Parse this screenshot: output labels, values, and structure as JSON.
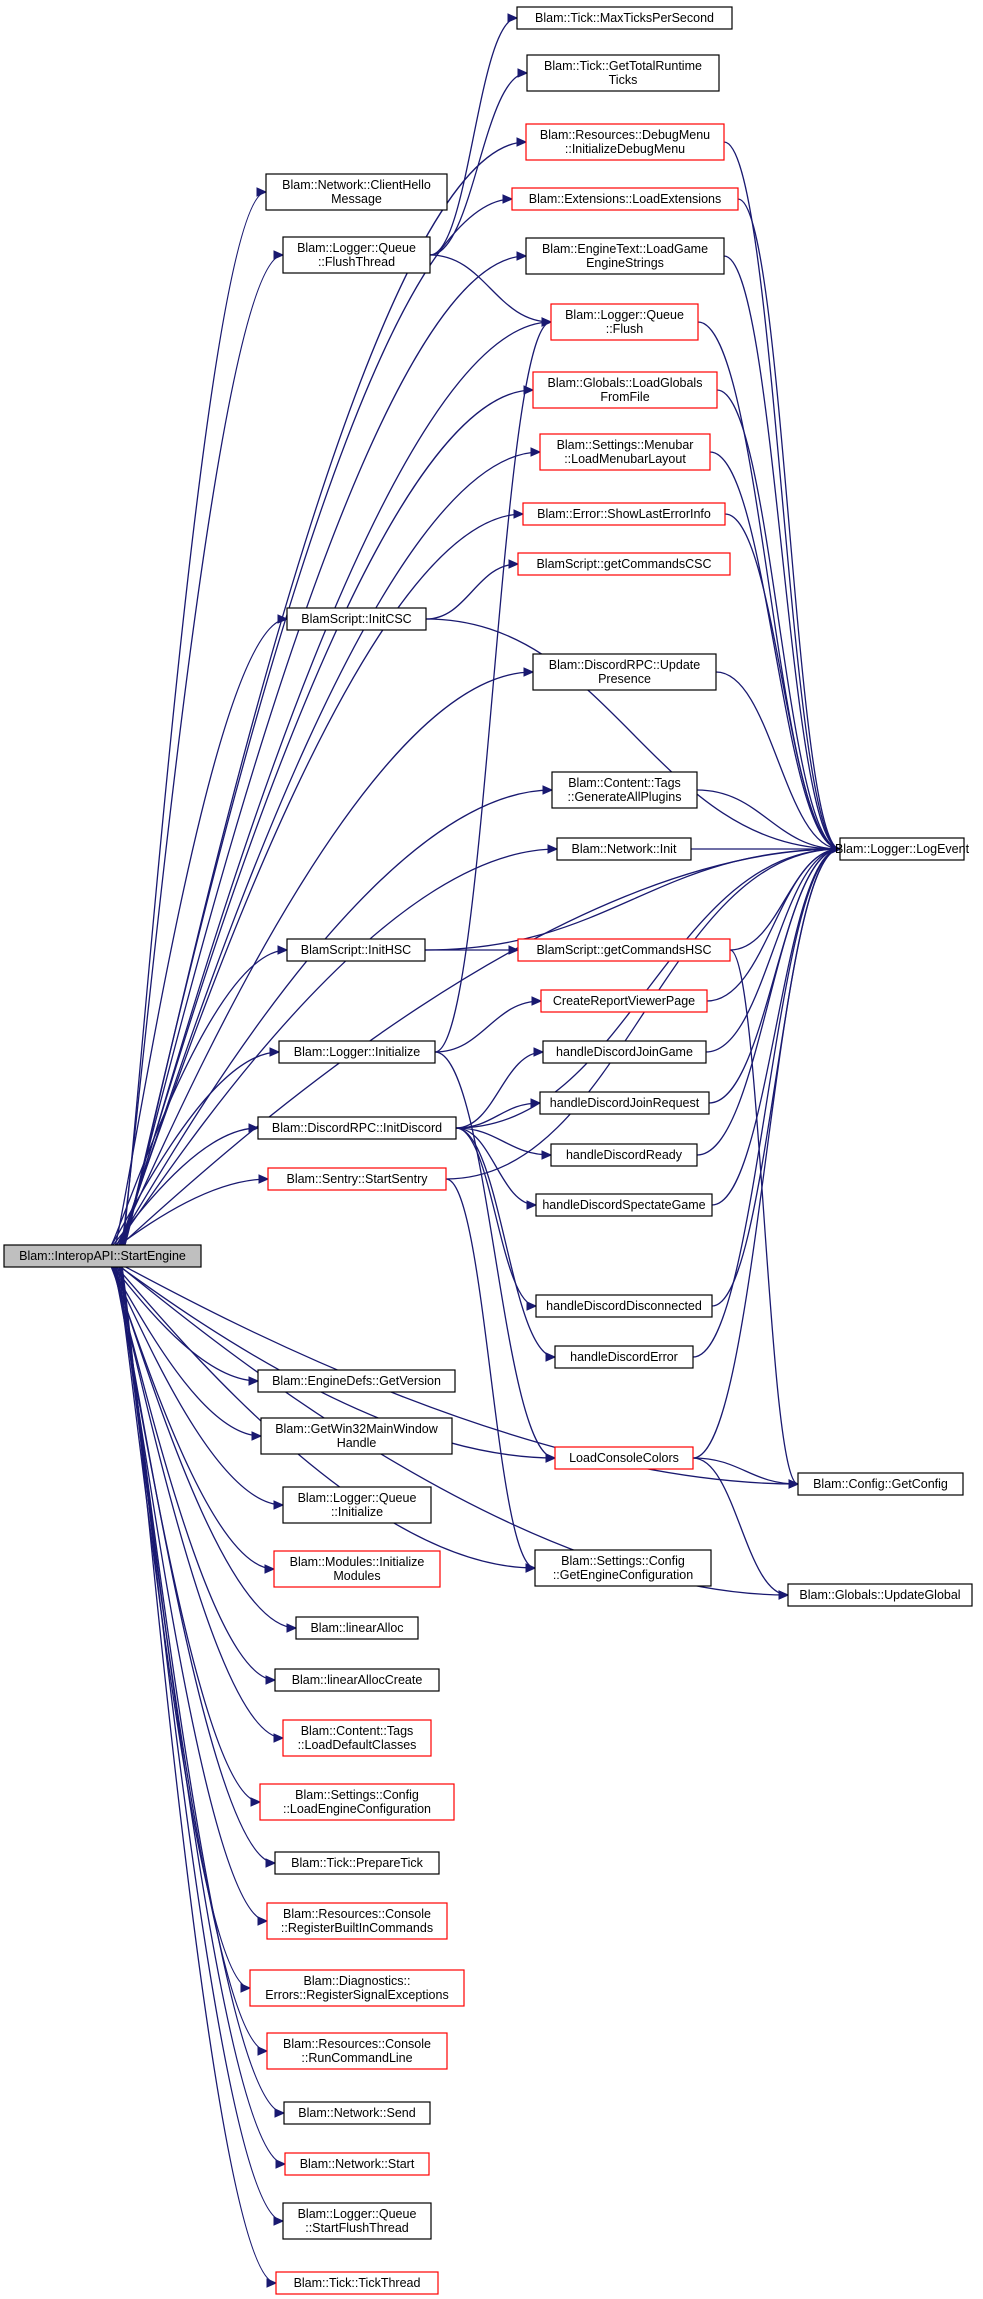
{
  "colors": {
    "edge": "#191970",
    "border_normal": "#000000",
    "border_highlight": "#ff0000",
    "root_fill": "#bfbfbf"
  },
  "nodes": {
    "start": {
      "lines": [
        "Blam::InteropAPI::StartEngine"
      ],
      "style": "root"
    },
    "mtps": {
      "lines": [
        "Blam::Tick::MaxTicksPerSecond"
      ],
      "style": "black"
    },
    "gtrt": {
      "lines": [
        "Blam::Tick::GetTotalRuntime",
        "Ticks"
      ],
      "style": "black"
    },
    "chm": {
      "lines": [
        "Blam::Network::ClientHello",
        "Message"
      ],
      "style": "black"
    },
    "dbgmenu": {
      "lines": [
        "Blam::Resources::DebugMenu",
        "::InitializeDebugMenu"
      ],
      "style": "red"
    },
    "fthread": {
      "lines": [
        "Blam::Logger::Queue",
        "::FlushThread"
      ],
      "style": "black"
    },
    "loadext": {
      "lines": [
        "Blam::Extensions::LoadExtensions"
      ],
      "style": "red"
    },
    "lges": {
      "lines": [
        "Blam::EngineText::LoadGame",
        "EngineStrings"
      ],
      "style": "black"
    },
    "flush": {
      "lines": [
        "Blam::Logger::Queue",
        "::Flush"
      ],
      "style": "red"
    },
    "lglob": {
      "lines": [
        "Blam::Globals::LoadGlobals",
        "FromFile"
      ],
      "style": "red"
    },
    "menubar": {
      "lines": [
        "Blam::Settings::Menubar",
        "::LoadMenubarLayout"
      ],
      "style": "red"
    },
    "slei": {
      "lines": [
        "Blam::Error::ShowLastErrorInfo"
      ],
      "style": "red"
    },
    "gccsc": {
      "lines": [
        "BlamScript::getCommandsCSC"
      ],
      "style": "red"
    },
    "icsc": {
      "lines": [
        "BlamScript::InitCSC"
      ],
      "style": "black"
    },
    "dupd": {
      "lines": [
        "Blam::DiscordRPC::Update",
        "Presence"
      ],
      "style": "black"
    },
    "gap": {
      "lines": [
        "Blam::Content::Tags",
        "::GenerateAllPlugins"
      ],
      "style": "black"
    },
    "ninit": {
      "lines": [
        "Blam::Network::Init"
      ],
      "style": "black"
    },
    "logev": {
      "lines": [
        "Blam::Logger::LogEvent"
      ],
      "style": "black"
    },
    "ihsc": {
      "lines": [
        "BlamScript::InitHSC"
      ],
      "style": "black"
    },
    "gchsc": {
      "lines": [
        "BlamScript::getCommandsHSC"
      ],
      "style": "red"
    },
    "crvp": {
      "lines": [
        "CreateReportViewerPage"
      ],
      "style": "red"
    },
    "linit": {
      "lines": [
        "Blam::Logger::Initialize"
      ],
      "style": "black"
    },
    "hdjg": {
      "lines": [
        "handleDiscordJoinGame"
      ],
      "style": "black"
    },
    "hdjr": {
      "lines": [
        "handleDiscordJoinRequest"
      ],
      "style": "black"
    },
    "dinit": {
      "lines": [
        "Blam::DiscordRPC::InitDiscord"
      ],
      "style": "black"
    },
    "hdr": {
      "lines": [
        "handleDiscordReady"
      ],
      "style": "black"
    },
    "sentry": {
      "lines": [
        "Blam::Sentry::StartSentry"
      ],
      "style": "red"
    },
    "hdsg": {
      "lines": [
        "handleDiscordSpectateGame"
      ],
      "style": "black"
    },
    "hdd": {
      "lines": [
        "handleDiscordDisconnected"
      ],
      "style": "black"
    },
    "hde": {
      "lines": [
        "handleDiscordError"
      ],
      "style": "black"
    },
    "gver": {
      "lines": [
        "Blam::EngineDefs::GetVersion"
      ],
      "style": "black"
    },
    "w32": {
      "lines": [
        "Blam::GetWin32MainWindow",
        "Handle"
      ],
      "style": "black"
    },
    "lcc": {
      "lines": [
        "LoadConsoleColors"
      ],
      "style": "red"
    },
    "gcfg": {
      "lines": [
        "Blam::Config::GetConfig"
      ],
      "style": "black"
    },
    "qinit": {
      "lines": [
        "Blam::Logger::Queue",
        "::Initialize"
      ],
      "style": "black"
    },
    "minit": {
      "lines": [
        "Blam::Modules::Initialize",
        "Modules"
      ],
      "style": "red"
    },
    "gecfg": {
      "lines": [
        "Blam::Settings::Config",
        "::GetEngineConfiguration"
      ],
      "style": "black"
    },
    "ugl": {
      "lines": [
        "Blam::Globals::UpdateGlobal"
      ],
      "style": "black"
    },
    "la": {
      "lines": [
        "Blam::linearAlloc"
      ],
      "style": "black"
    },
    "lac": {
      "lines": [
        "Blam::linearAllocCreate"
      ],
      "style": "black"
    },
    "ldc": {
      "lines": [
        "Blam::Content::Tags",
        "::LoadDefaultClasses"
      ],
      "style": "red"
    },
    "lec": {
      "lines": [
        "Blam::Settings::Config",
        "::LoadEngineConfiguration"
      ],
      "style": "red"
    },
    "ptick": {
      "lines": [
        "Blam::Tick::PrepareTick"
      ],
      "style": "black"
    },
    "rbc": {
      "lines": [
        "Blam::Resources::Console",
        "::RegisterBuiltInCommands"
      ],
      "style": "red"
    },
    "rse": {
      "lines": [
        "Blam::Diagnostics::",
        "Errors::RegisterSignalExceptions"
      ],
      "style": "red"
    },
    "rcl": {
      "lines": [
        "Blam::Resources::Console",
        "::RunCommandLine"
      ],
      "style": "red"
    },
    "nsend": {
      "lines": [
        "Blam::Network::Send"
      ],
      "style": "black"
    },
    "nstart": {
      "lines": [
        "Blam::Network::Start"
      ],
      "style": "red"
    },
    "sft": {
      "lines": [
        "Blam::Logger::Queue",
        "::StartFlushThread"
      ],
      "style": "black"
    },
    "tt": {
      "lines": [
        "Blam::Tick::TickThread"
      ],
      "style": "red"
    }
  },
  "edges": [
    [
      "start",
      "chm"
    ],
    [
      "start",
      "fthread"
    ],
    [
      "start",
      "dbgmenu"
    ],
    [
      "start",
      "loadext"
    ],
    [
      "start",
      "lges"
    ],
    [
      "start",
      "flush"
    ],
    [
      "start",
      "lglob"
    ],
    [
      "start",
      "menubar"
    ],
    [
      "start",
      "slei"
    ],
    [
      "start",
      "icsc"
    ],
    [
      "start",
      "dupd"
    ],
    [
      "start",
      "gap"
    ],
    [
      "start",
      "ninit"
    ],
    [
      "start",
      "ihsc"
    ],
    [
      "start",
      "linit"
    ],
    [
      "start",
      "dinit"
    ],
    [
      "start",
      "sentry"
    ],
    [
      "start",
      "gver"
    ],
    [
      "start",
      "w32"
    ],
    [
      "start",
      "qinit"
    ],
    [
      "start",
      "minit"
    ],
    [
      "start",
      "la"
    ],
    [
      "start",
      "lac"
    ],
    [
      "start",
      "ldc"
    ],
    [
      "start",
      "lec"
    ],
    [
      "start",
      "ptick"
    ],
    [
      "start",
      "rbc"
    ],
    [
      "start",
      "rse"
    ],
    [
      "start",
      "rcl"
    ],
    [
      "start",
      "nsend"
    ],
    [
      "start",
      "nstart"
    ],
    [
      "start",
      "sft"
    ],
    [
      "start",
      "tt"
    ],
    [
      "start",
      "lcc"
    ],
    [
      "start",
      "gecfg"
    ],
    [
      "start",
      "gcfg"
    ],
    [
      "start",
      "logev"
    ],
    [
      "start",
      "ugl"
    ],
    [
      "fthread",
      "mtps"
    ],
    [
      "fthread",
      "gtrt"
    ],
    [
      "fthread",
      "flush"
    ],
    [
      "icsc",
      "gccsc"
    ],
    [
      "icsc",
      "logev"
    ],
    [
      "ihsc",
      "gchsc"
    ],
    [
      "ihsc",
      "logev"
    ],
    [
      "gchsc",
      "gcfg"
    ],
    [
      "gchsc",
      "logev"
    ],
    [
      "linit",
      "crvp"
    ],
    [
      "linit",
      "flush"
    ],
    [
      "linit",
      "lcc"
    ],
    [
      "dinit",
      "hdjg"
    ],
    [
      "dinit",
      "hdjr"
    ],
    [
      "dinit",
      "hdr"
    ],
    [
      "dinit",
      "hdsg"
    ],
    [
      "dinit",
      "hdd"
    ],
    [
      "dinit",
      "hde"
    ],
    [
      "dinit",
      "logev"
    ],
    [
      "sentry",
      "gecfg"
    ],
    [
      "sentry",
      "logev"
    ],
    [
      "lcc",
      "gcfg"
    ],
    [
      "lcc",
      "ugl"
    ],
    [
      "lcc",
      "logev"
    ],
    [
      "dbgmenu",
      "logev"
    ],
    [
      "loadext",
      "logev"
    ],
    [
      "lges",
      "logev"
    ],
    [
      "flush",
      "logev"
    ],
    [
      "lglob",
      "logev"
    ],
    [
      "menubar",
      "logev"
    ],
    [
      "slei",
      "logev"
    ],
    [
      "dupd",
      "logev"
    ],
    [
      "gap",
      "logev"
    ],
    [
      "ninit",
      "logev"
    ],
    [
      "crvp",
      "logev"
    ],
    [
      "hdjg",
      "logev"
    ],
    [
      "hdjr",
      "logev"
    ],
    [
      "hdr",
      "logev"
    ],
    [
      "hdsg",
      "logev"
    ],
    [
      "hdd",
      "logev"
    ],
    [
      "hde",
      "logev"
    ]
  ]
}
